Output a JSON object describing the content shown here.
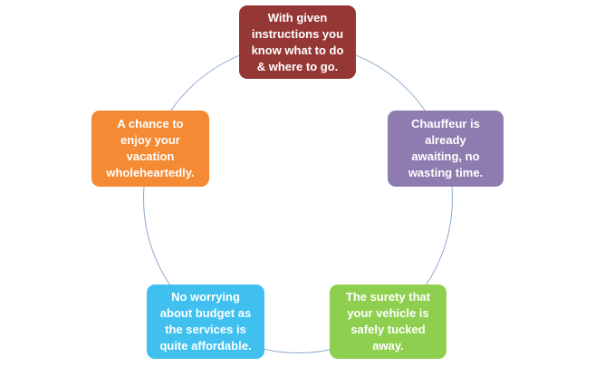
{
  "diagram": {
    "ring_color": "#8eaacc",
    "nodes": [
      {
        "text": "With  given\ninstructions you\nknow what to do\n& where to go.",
        "color": "#953735"
      },
      {
        "text": "Chauffeur is\nalready\nawaiting, no\nwasting time.",
        "color": "#8e7cb0"
      },
      {
        "text": "The surety that\nyour  vehicle is\nsafely tucked\naway.",
        "color": "#8fcf4f"
      },
      {
        "text": "No worrying\nabout budget as\nthe services is\nquite affordable.",
        "color": "#3fc0ee"
      },
      {
        "text": "A chance to\nenjoy your\nvacation\nwholeheartedly.",
        "color": "#f48a33"
      }
    ]
  }
}
